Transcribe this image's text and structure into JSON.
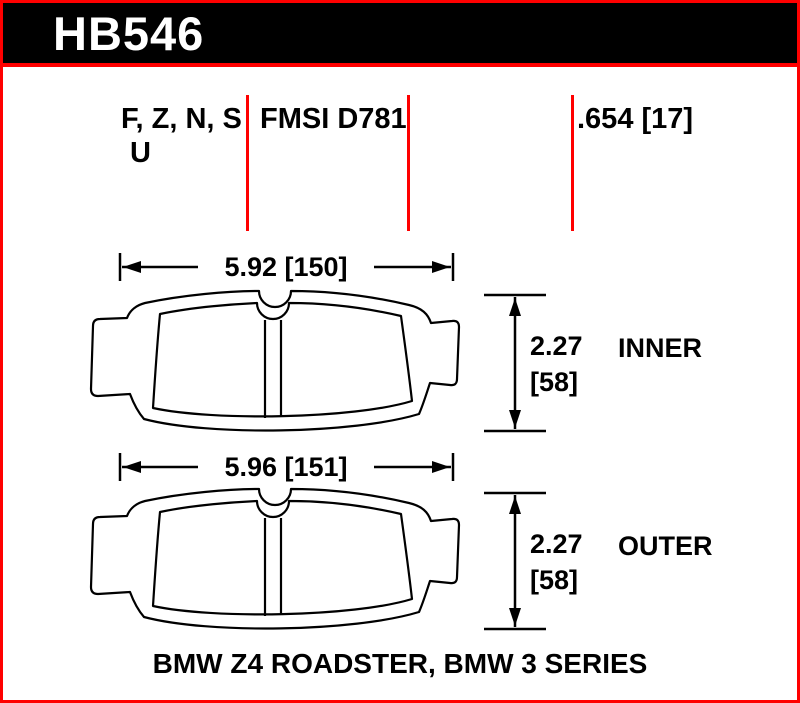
{
  "colors": {
    "accent_red": "#ff0000",
    "header_black": "#000000",
    "line_black": "#000000",
    "background": "#ffffff"
  },
  "header": {
    "part_number": "HB546"
  },
  "specs": {
    "compounds_line1": "F, Z, N, S",
    "compounds_line2": "U",
    "fmsi": "FMSI D781",
    "pad_thickness": ".654 [17]"
  },
  "pads": [
    {
      "position_label": "INNER",
      "width": "5.92 [150]",
      "height_in": "2.27",
      "height_mm": "[58]"
    },
    {
      "position_label": "OUTER",
      "width": "5.96 [151]",
      "height_in": "2.27",
      "height_mm": "[58]"
    }
  ],
  "footer": {
    "application": "BMW Z4 ROADSTER, BMW 3 SERIES"
  }
}
